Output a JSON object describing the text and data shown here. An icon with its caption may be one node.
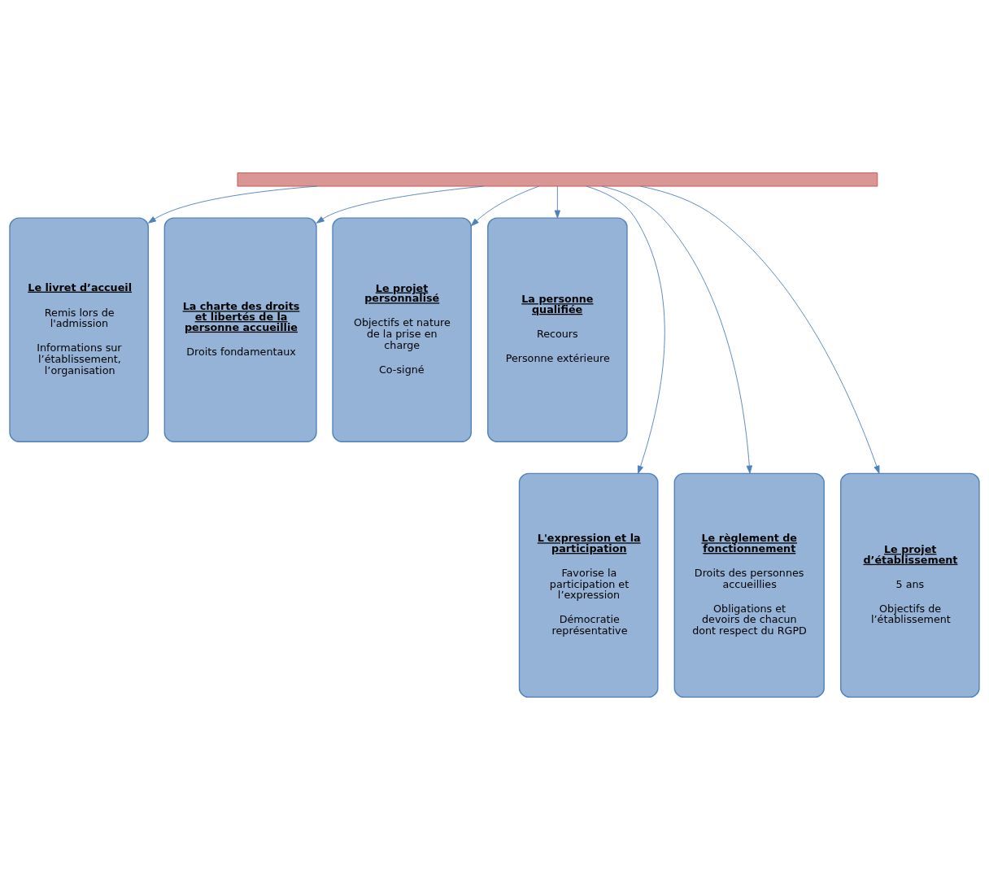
{
  "diagram": {
    "nodes": [
      {
        "text": [],
        "shape": "bar"
      },
      {
        "text": [
          "Le livret d’accueil",
          "Remis lors de l'admission",
          "Informations sur l’établissement, l’organisation"
        ]
      },
      {
        "text": [
          "La charte des droits et libertés de la personne accueillie",
          "Droits fondamentaux"
        ]
      },
      {
        "text": [
          "Le projet personnalisé",
          "Objectifs et nature de la prise en charge",
          "Co-signé"
        ]
      },
      {
        "text": [
          "La personne qualifiée",
          "Recours",
          "Personne extérieure"
        ]
      },
      {
        "text": [
          "L'expression et la participation",
          "Favorise la participation et l’expression",
          "Démocratie représentative"
        ]
      },
      {
        "text": [
          "Le règlement de fonctionnement",
          "Droits des personnes accueillies",
          "Obligations et devoirs de chacun dont respect du RGPD"
        ]
      },
      {
        "text": [
          "Le projet d’établissement",
          "5 ans",
          "Objectifs de l’établissement"
        ]
      }
    ],
    "edges": [
      {
        "from": 0,
        "to": 1,
        "arrow": "to"
      },
      {
        "from": 0,
        "to": 5,
        "arrow": "to"
      },
      {
        "from": 0,
        "to": 2,
        "arrow": "to"
      },
      {
        "from": 0,
        "to": 6,
        "arrow": "to"
      },
      {
        "from": 0,
        "to": 3,
        "arrow": "to"
      },
      {
        "from": 0,
        "to": 7,
        "arrow": "to"
      },
      {
        "from": 0,
        "to": 4,
        "arrow": "to"
      }
    ]
  }
}
